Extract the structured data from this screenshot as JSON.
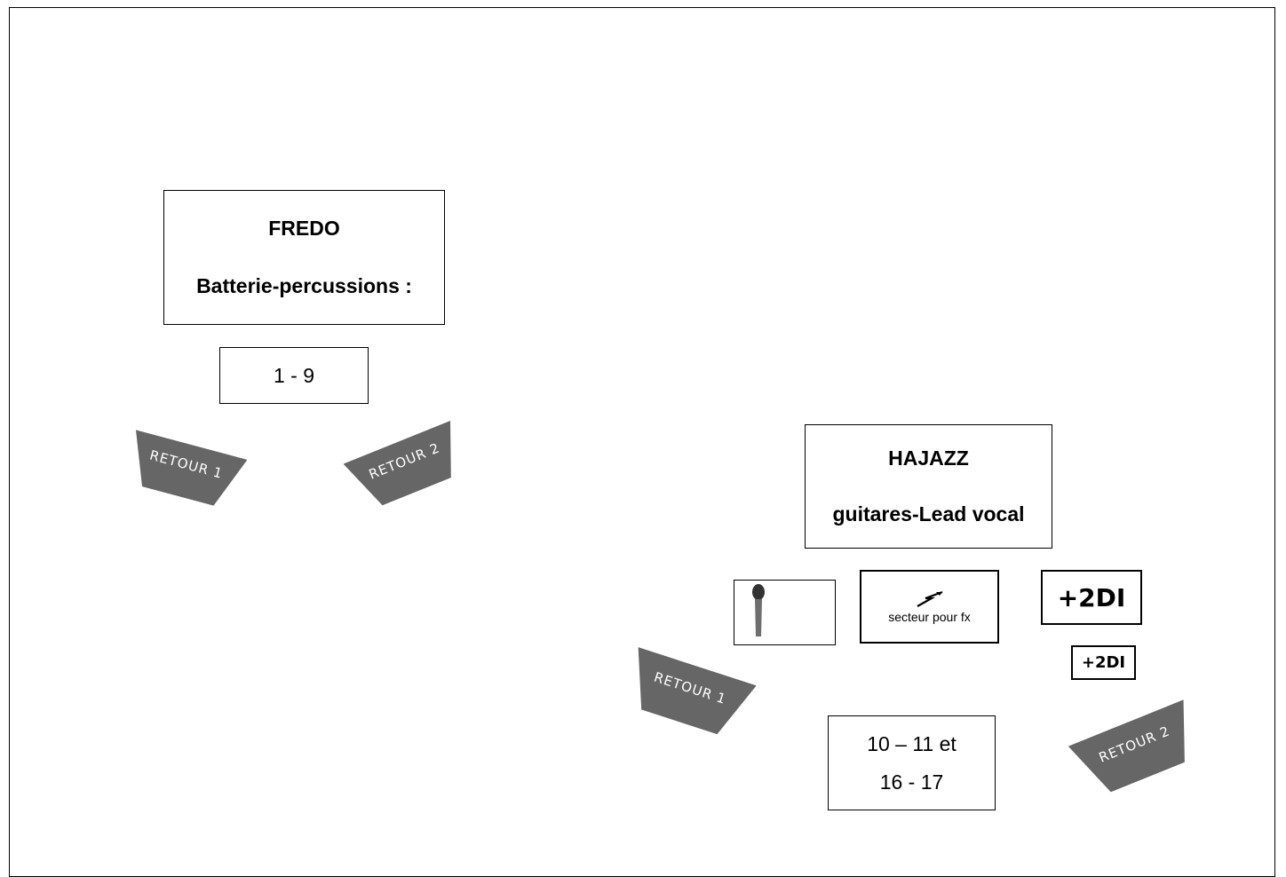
{
  "fredo": {
    "name": "FREDO",
    "role": "Batterie-percussions :",
    "channels": "1 - 9",
    "monitors": [
      "RETOUR 1",
      "RETOUR 2"
    ]
  },
  "hajazz": {
    "name": "HAJAZZ",
    "role": "guitares-Lead vocal",
    "outlet_label": "secteur pour fx",
    "di_large": "+2DI",
    "di_small": "+2DI",
    "channels_line1": "10 – 11 et",
    "channels_line2": "16 - 17",
    "monitors": [
      "RETOUR 1",
      "RETOUR 2"
    ]
  },
  "colors": {
    "wedge": "#666666",
    "border": "#000000"
  },
  "icons": [
    "microphone-icon",
    "lightning-icon"
  ]
}
